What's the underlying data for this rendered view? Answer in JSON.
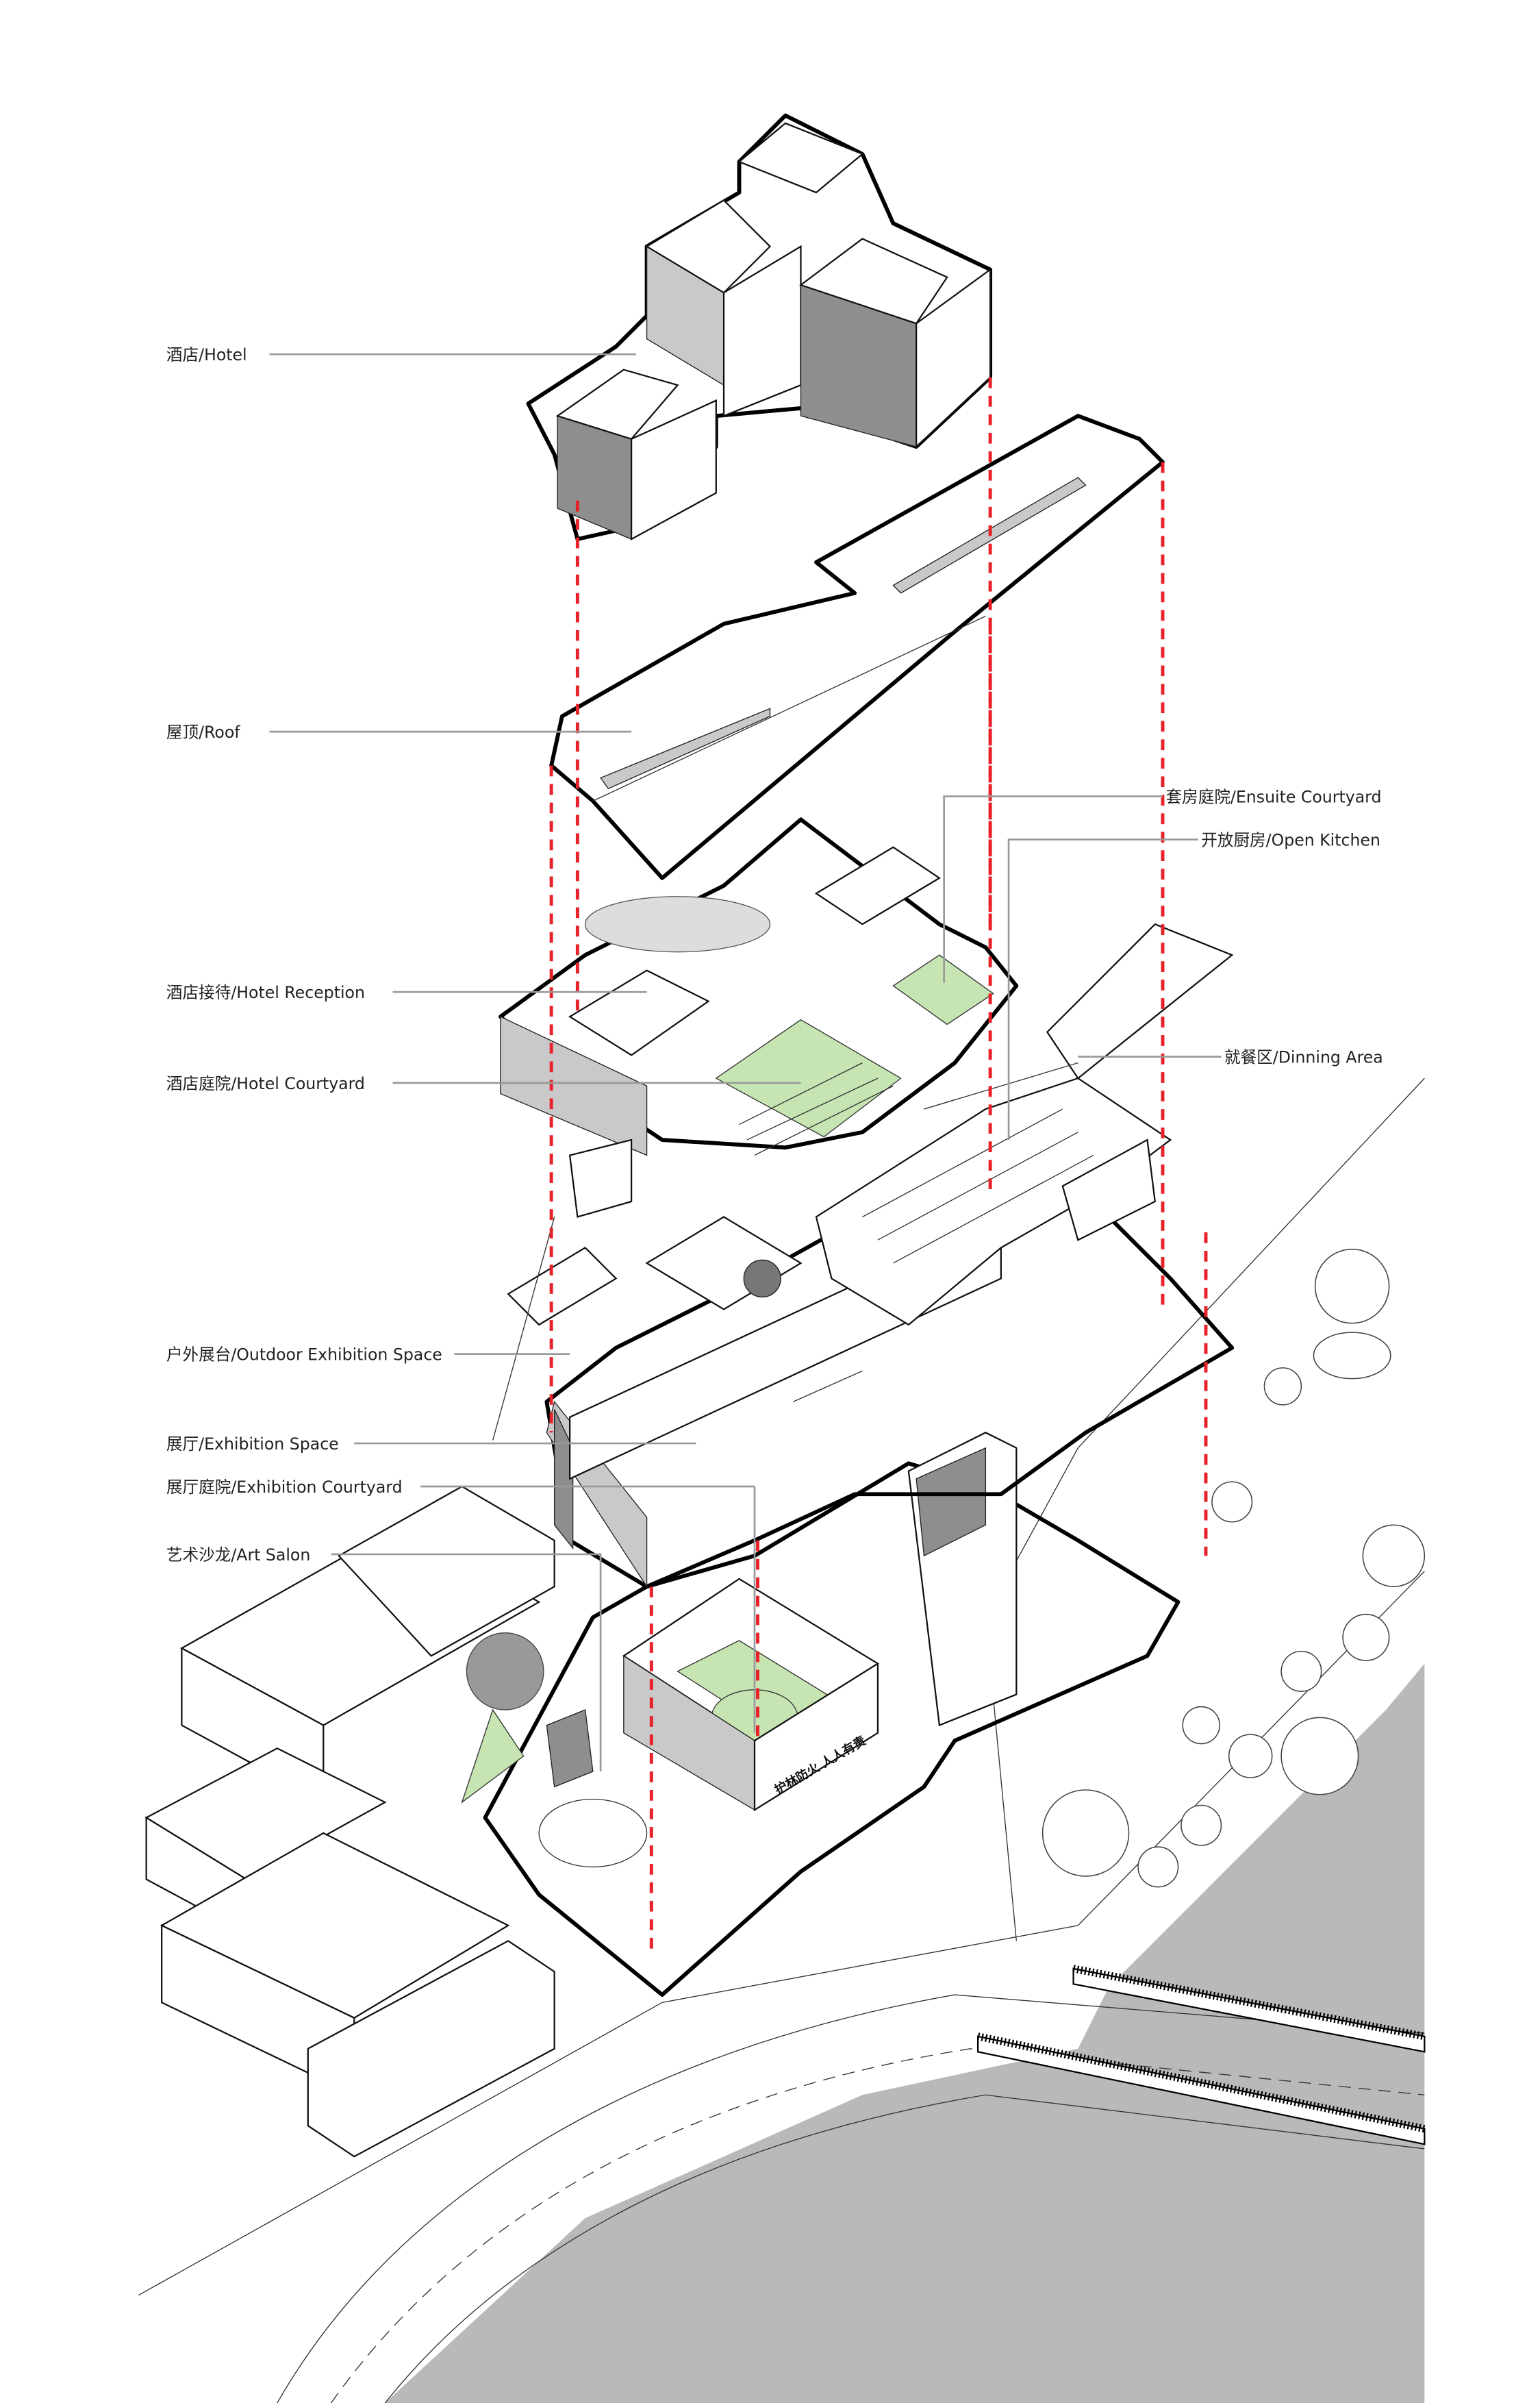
{
  "diagram": {
    "type": "exploded-axonometric",
    "labels": {
      "hotel": "酒店/Hotel",
      "roof": "屋顶/Roof",
      "ensuite_courtyard": "套房庭院/Ensuite Courtyard",
      "open_kitchen": "开放厨房/Open Kitchen",
      "hotel_reception": "酒店接待/Hotel  Reception",
      "hotel_courtyard": "酒店庭院/Hotel  Courtyard",
      "dining_area": "就餐区/Dinning Area",
      "outdoor_exhibition": "户外展台/Outdoor Exhibition Space",
      "exhibition_space": "展厅/Exhibition Space",
      "exhibition_courtyard": "展厅庭院/Exhibition Courtyard",
      "art_salon": "艺术沙龙/Art Salon"
    },
    "sign_text": "护林防火 人人有责",
    "colors": {
      "alignment_lines": "#e8222a",
      "courtyard_green": "#c6e5b2",
      "water": "#b9b9b9",
      "leader": "#9a9a9a"
    }
  }
}
